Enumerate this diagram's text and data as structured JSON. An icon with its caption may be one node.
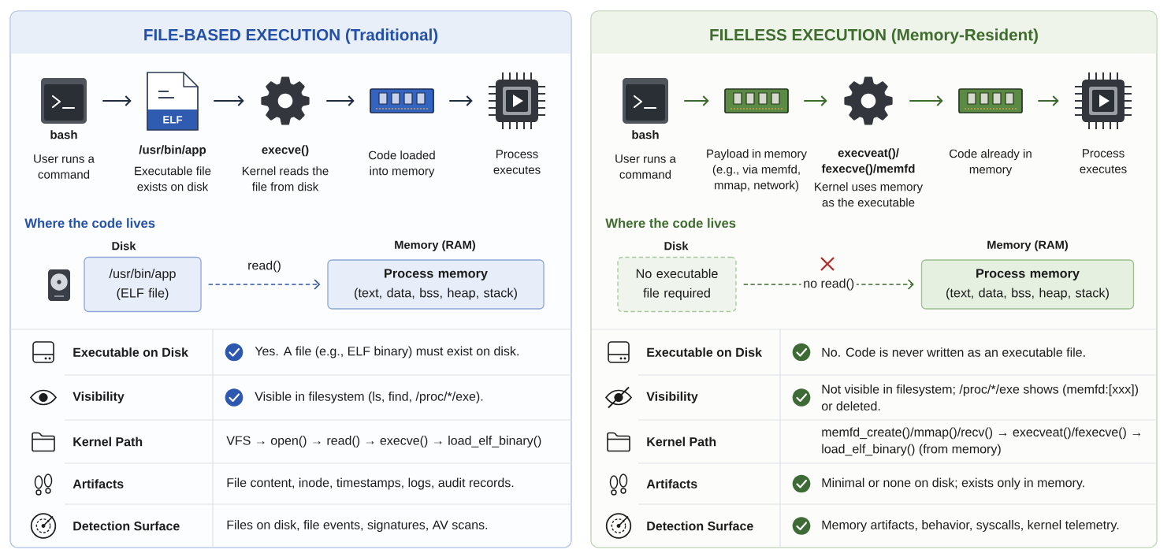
{
  "diagram": {
    "nodes": [
      {
        "text": [
          "FILE-BASED EXECUTION (Traditional)"
        ]
      },
      {
        "text": [],
        "shape": "picture",
        "in": 0,
        "beside": [
          "bash",
          "User runs a command"
        ]
      },
      {
        "text": [
          "ELF"
        ],
        "in": 0,
        "beside": [
          "/usr/bin/app",
          "Executable file exists on disk"
        ]
      },
      {
        "text": [],
        "shape": "picture",
        "in": 0,
        "beside": [
          "execve()",
          "Kernel reads the file from disk"
        ]
      },
      {
        "text": [],
        "shape": "picture",
        "in": 0,
        "beside": [
          "Code loaded into memory"
        ]
      },
      {
        "text": [],
        "shape": "picture",
        "in": 0,
        "beside": [
          "Process executes"
        ]
      },
      {
        "text": [
          "Disk",
          "/usr/bin/app (ELF file)"
        ],
        "in": 0
      },
      {
        "text": [
          "Memory (RAM)",
          "Process memory",
          "(text, data, bss, heap, stack)"
        ],
        "in": 0
      },
      {
        "text": [
          "FILELESS EXECUTION (Memory-Resident)"
        ]
      },
      {
        "text": [],
        "shape": "picture",
        "in": 8,
        "beside": [
          "bash",
          "User runs a command"
        ]
      },
      {
        "text": [],
        "shape": "picture",
        "in": 8,
        "beside": [
          "Payload in memory (e.g., via memfd, mmap, network)"
        ]
      },
      {
        "text": [],
        "shape": "picture",
        "in": 8,
        "beside": [
          "execveat()/ fexecve()/memfd",
          "Kernel uses memory as the executable"
        ]
      },
      {
        "text": [],
        "shape": "picture",
        "in": 8,
        "beside": [
          "Code already in memory"
        ]
      },
      {
        "text": [],
        "shape": "picture",
        "in": 8,
        "beside": [
          "Process executes"
        ]
      },
      {
        "text": [
          "Disk",
          "No executable file required"
        ],
        "in": 8
      },
      {
        "text": [
          "Memory (RAM)",
          "Process memory",
          "(text, data, bss, heap, stack)"
        ],
        "in": 8
      }
    ],
    "edges": [
      {
        "from": 1,
        "to": 2,
        "arrow": "to",
        "color": "#1f2a44"
      },
      {
        "from": 2,
        "to": 3,
        "arrow": "to",
        "color": "#1f2a44"
      },
      {
        "from": 3,
        "to": 4,
        "arrow": "to",
        "color": "#1f2a44"
      },
      {
        "from": 4,
        "to": 5,
        "arrow": "to",
        "color": "#1f2a44"
      },
      {
        "from": 6,
        "to": 7,
        "arrow": "to",
        "label": "read()",
        "style": "dashed",
        "color": "#2b56a8"
      },
      {
        "from": 9,
        "to": 10,
        "arrow": "to"
      },
      {
        "from": 10,
        "to": 11,
        "arrow": "to"
      },
      {
        "from": 11,
        "to": 12,
        "arrow": "to"
      },
      {
        "from": 12,
        "to": 13,
        "arrow": "to"
      },
      {
        "from": 14,
        "to": 15,
        "arrow": "to",
        "label": "no read()",
        "style": "dashed"
      }
    ],
    "labels": [
      "Where the code lives",
      "Executable on Disk",
      "Yes. A file (e.g., ELF binary) must exist on disk.",
      "Visibility",
      "Visible in filesystem (ls, find, /proc/*/exe).",
      "Kernel Path",
      "VFS → open() → read() → execve() → load_elf_binary()",
      "Artifacts",
      "File content, inode, timestamps, logs, audit records.",
      "Detection Surface",
      "Files on disk, file events, signatures, AV scans.",
      "Where the code lives",
      "Executable on Disk",
      "No. Code is never written as an executable file.",
      "Visibility",
      "Not visible in filesystem; /proc/*/exe shows (memfd:[xxx]) or deleted.",
      "Kernel Path",
      "memfd_create()/mmap()/recv() → execveat()/fexecve() → load_elf_binary() (from memory)",
      "Artifacts",
      "Minimal or none on disk; exists only in memory.",
      "Detection Surface",
      "Memory artifacts, behavior, syscalls, kernel telemetry."
    ]
  }
}
